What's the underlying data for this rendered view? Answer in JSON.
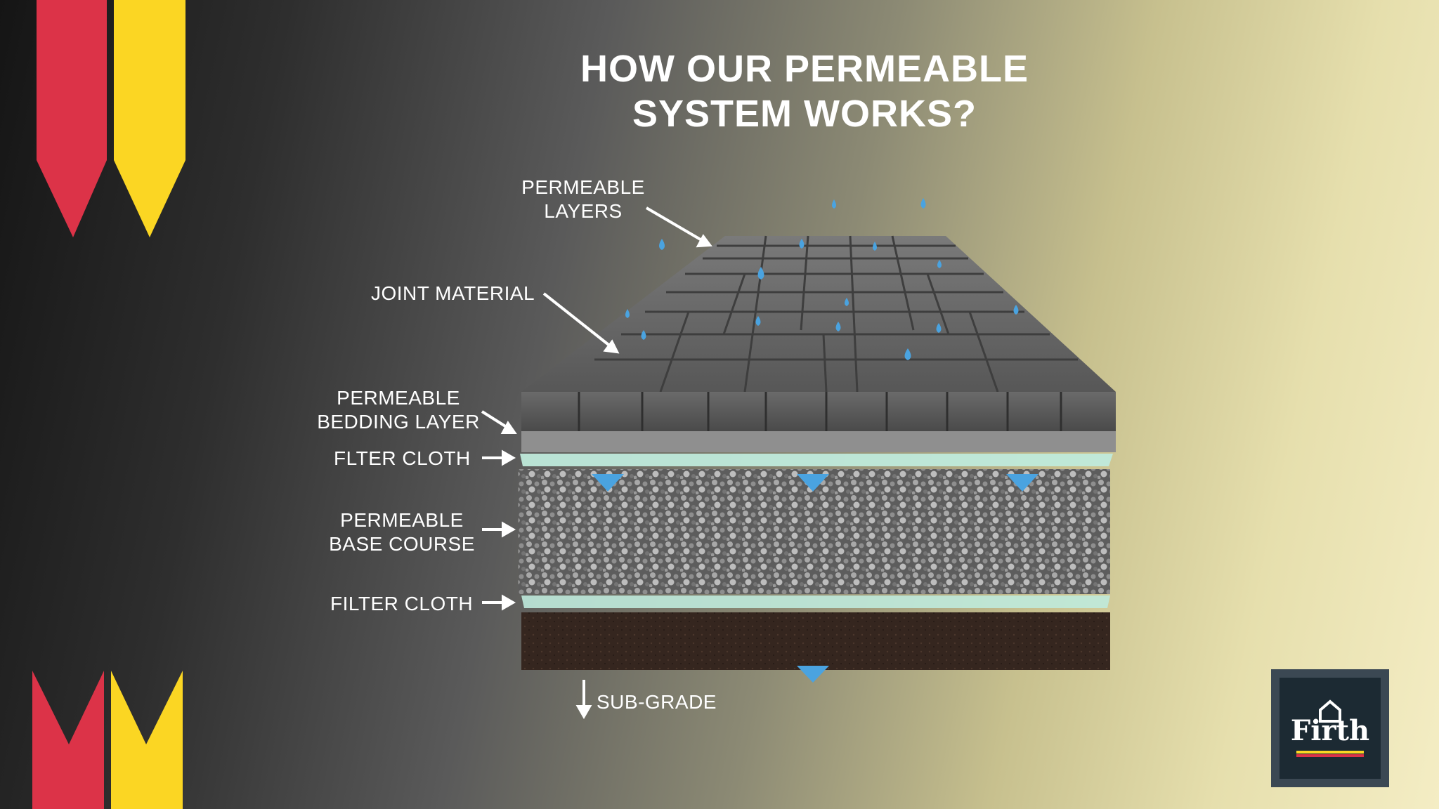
{
  "title_line1": "HOW OUR PERMEABLE",
  "title_line2": "SYSTEM WORKS?",
  "labels": {
    "permeable_layers_1": "PERMEABLE",
    "permeable_layers_2": "LAYERS",
    "joint_material": "JOINT MATERIAL",
    "bedding_1": "PERMEABLE",
    "bedding_2": "BEDDING LAYER",
    "flter_cloth": "FLTER CLOTH",
    "base_course_1": "PERMEABLE",
    "base_course_2": "BASE COURSE",
    "filter_cloth": "FILTER CLOTH",
    "sub_grade": "SUB-GRADE"
  },
  "logo": {
    "text": "Firth"
  },
  "colors": {
    "accent_red": "#dc3348",
    "accent_yellow": "#fbd623",
    "water": "#4aa3e0",
    "filter_cloth": "#bfeadb",
    "paver": "#5f5f5f",
    "gravel": "#8a8a8a",
    "soil": "#3a2a22"
  }
}
